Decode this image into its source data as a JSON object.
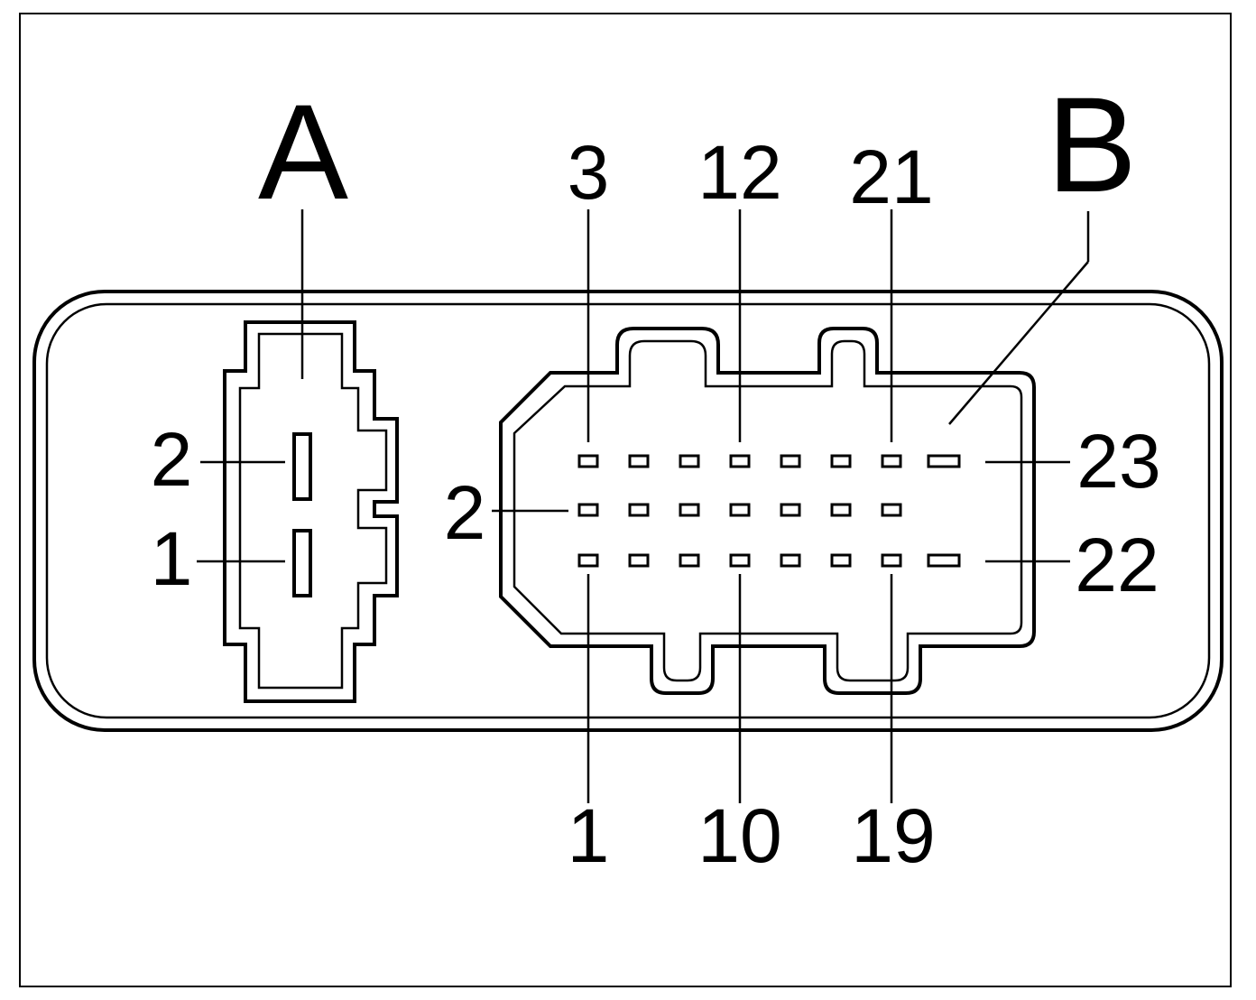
{
  "connector_a": {
    "label": "A",
    "pin_labels": [
      "2",
      "1"
    ]
  },
  "connector_b": {
    "label": "B",
    "top_labels": [
      "3",
      "12",
      "21"
    ],
    "bottom_labels": [
      "1",
      "10",
      "19"
    ],
    "left_label": "2",
    "right_labels": [
      "23",
      "22"
    ],
    "rows": [
      8,
      7,
      8
    ]
  },
  "colors": {
    "line": "#000000",
    "background": "#ffffff"
  }
}
